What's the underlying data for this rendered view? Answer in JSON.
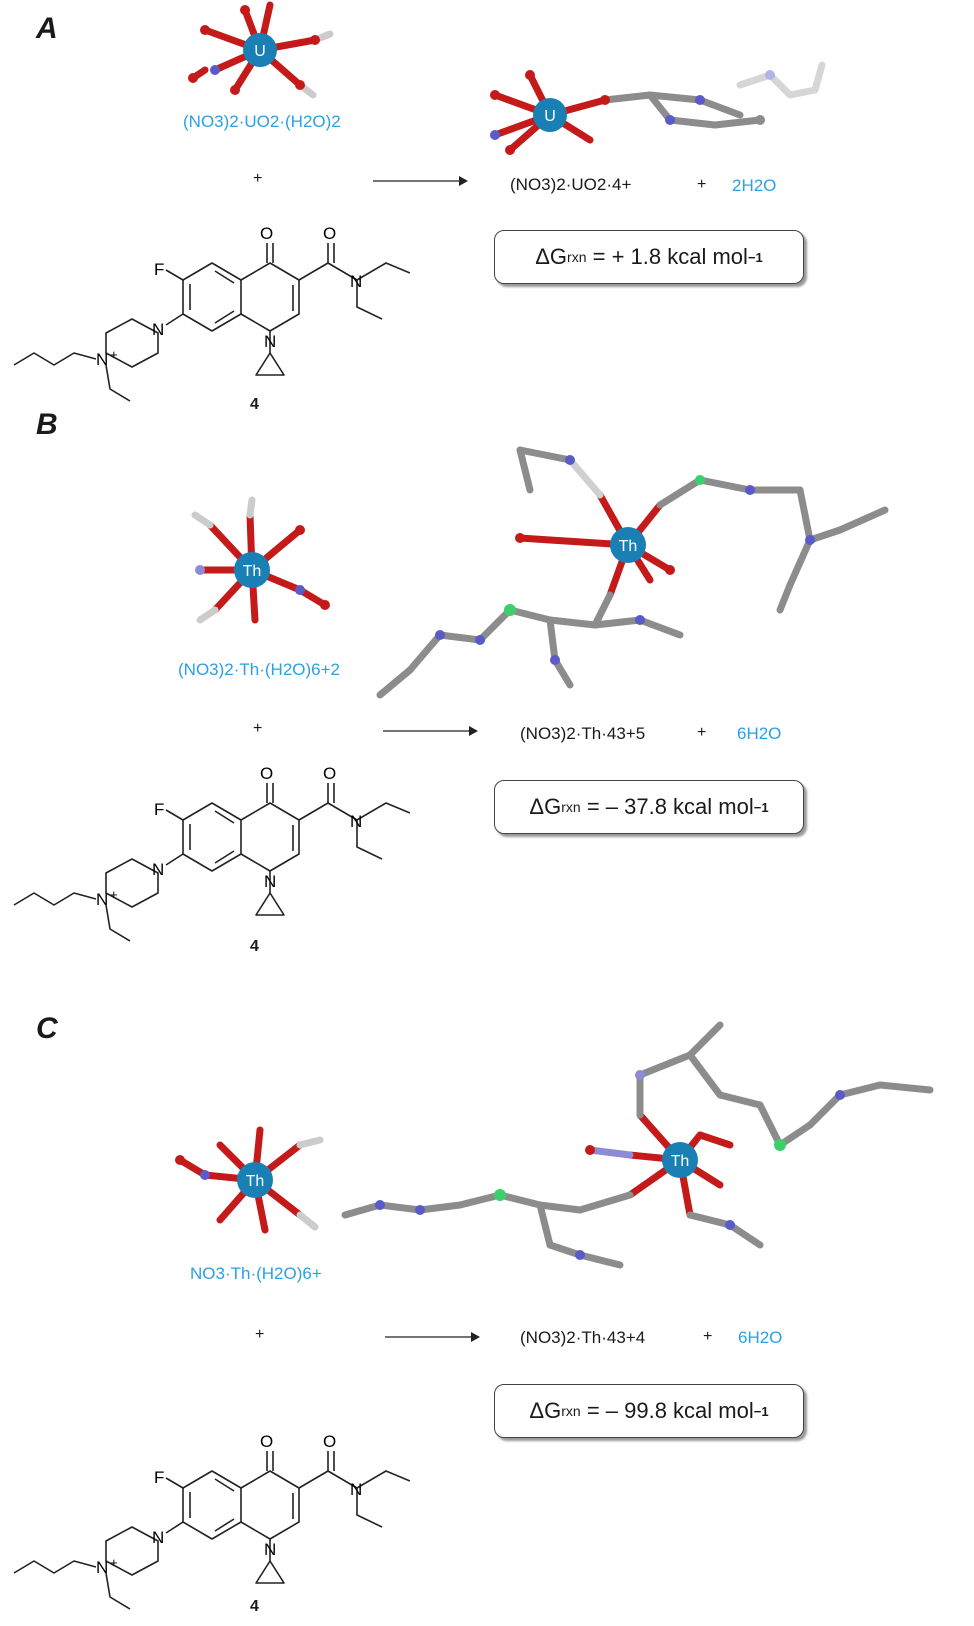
{
  "panels": [
    {
      "letter": "A",
      "reactant_metal": "U",
      "reactant_formula": "(NO3)2·UO2·(H2O)2",
      "product_metal": "U",
      "product_formula": "(NO3)2·UO2·4+",
      "byproduct": "2H2O",
      "plus": "+",
      "dg_label": "ΔG",
      "dg_sub": "rxn",
      "dg_value": "= + 1.8 kcal mol",
      "dg_exp": "−1",
      "compound_label": "4"
    },
    {
      "letter": "B",
      "reactant_metal": "Th",
      "reactant_formula": "(NO3)2·Th·(H2O)6+2",
      "product_metal": "Th",
      "product_formula": "(NO3)2·Th·43+5",
      "byproduct": "6H2O",
      "plus": "+",
      "dg_label": "ΔG",
      "dg_sub": "rxn",
      "dg_value": "= – 37.8 kcal mol",
      "dg_exp": "−1",
      "compound_label": "4"
    },
    {
      "letter": "C",
      "reactant_metal": "Th",
      "reactant_formula": "NO3·Th·(H2O)6+",
      "product_metal": "Th",
      "product_formula": "(NO3)2·Th·43+4",
      "byproduct": "6H2O",
      "plus": "+",
      "dg_label": "ΔG",
      "dg_sub": "rxn",
      "dg_value": "= – 99.8 kcal mol",
      "dg_exp": "−1",
      "compound_label": "4"
    }
  ],
  "structure_atoms": {
    "O": "O",
    "F": "F",
    "N": "N",
    "N_plus": "+"
  },
  "colors": {
    "metal": "#1a7fb5",
    "oxygen": "#c41a1a",
    "nitrogen": "#5a5ac8",
    "carbon": "#8c8c8c",
    "hydrogen": "#cfcfcf",
    "fluorine": "#3ad16a",
    "formula_blue": "#2aa0e6"
  }
}
